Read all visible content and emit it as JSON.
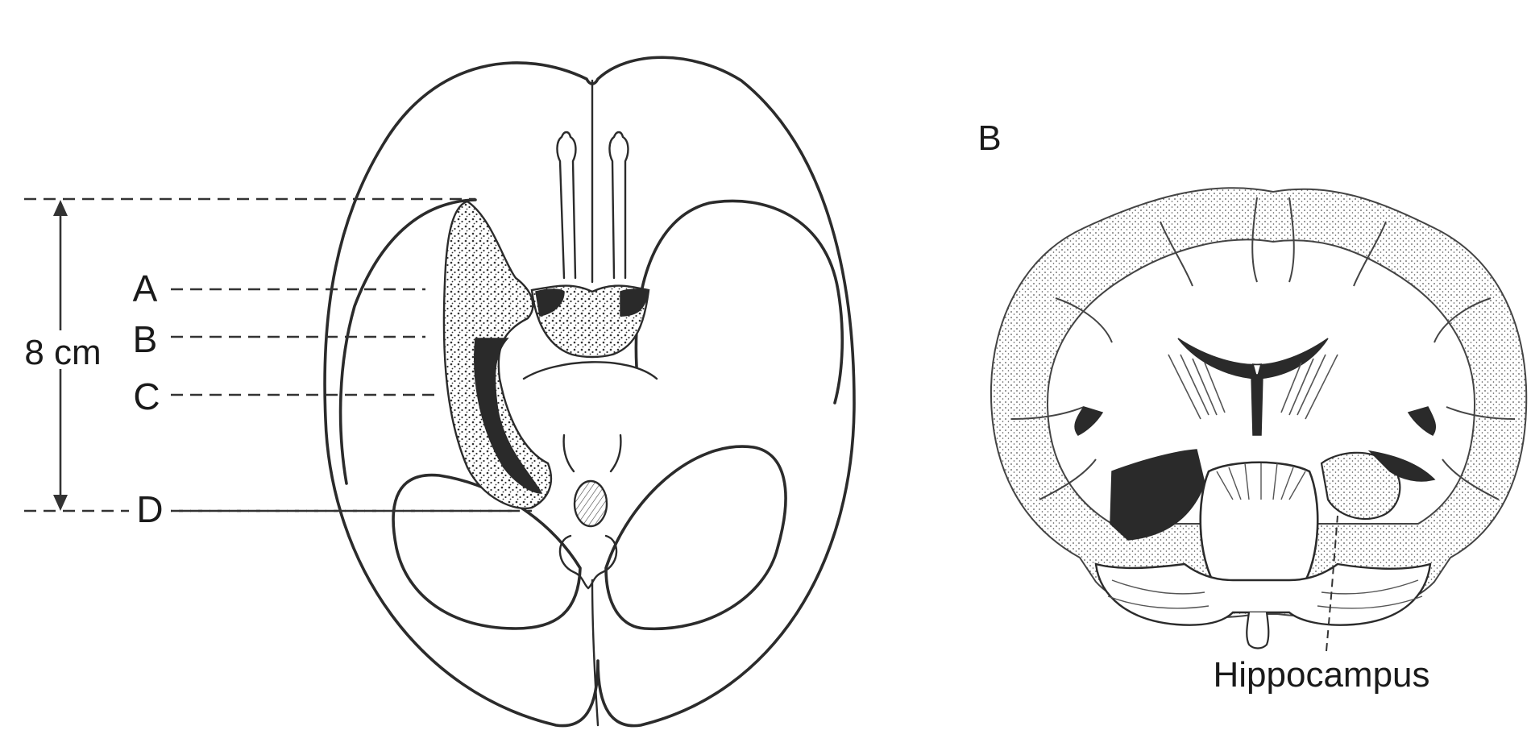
{
  "figure": {
    "panel_label": "B",
    "axial_view": {
      "measurement": "8 cm",
      "section_labels": [
        "A",
        "B",
        "C",
        "D"
      ]
    },
    "coronal_view": {
      "structure_label": "Hippocampus"
    }
  }
}
